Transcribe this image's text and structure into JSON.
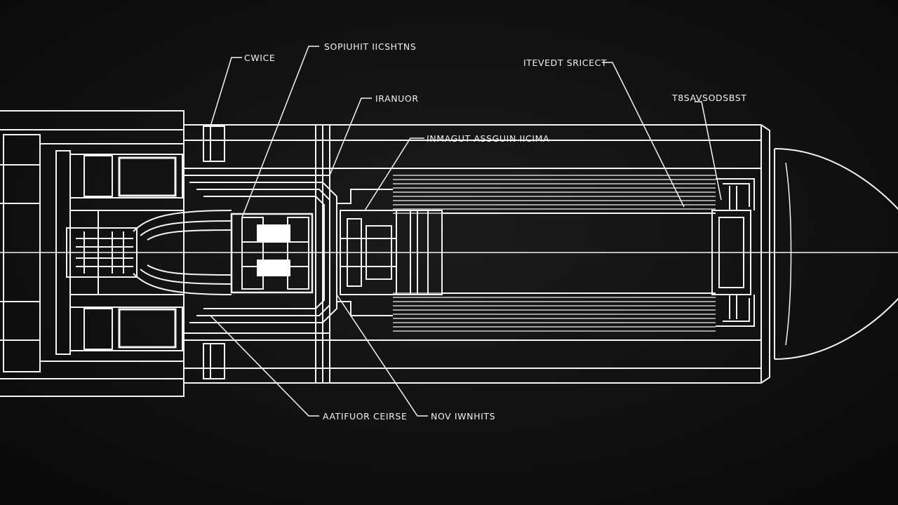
{
  "colors": {
    "background": "#111111",
    "line": "#f4f4f4",
    "fill_white": "#ffffff"
  },
  "labels": {
    "cwice": "CWICE",
    "supply_controls": "SOPIUHIT IICSHTNS",
    "tevedt_sricect": "ITEVEDT SRICECT",
    "transor": "IRANUOR",
    "transport_sensor": "T8SAVSODSBST",
    "magnet_assembly": "INMAGUT ASSGUIN IICIMA",
    "antifuor_cerise": "AATIFUOR CEIRSE",
    "nov_inhnits": "NOV IWNHITS"
  }
}
